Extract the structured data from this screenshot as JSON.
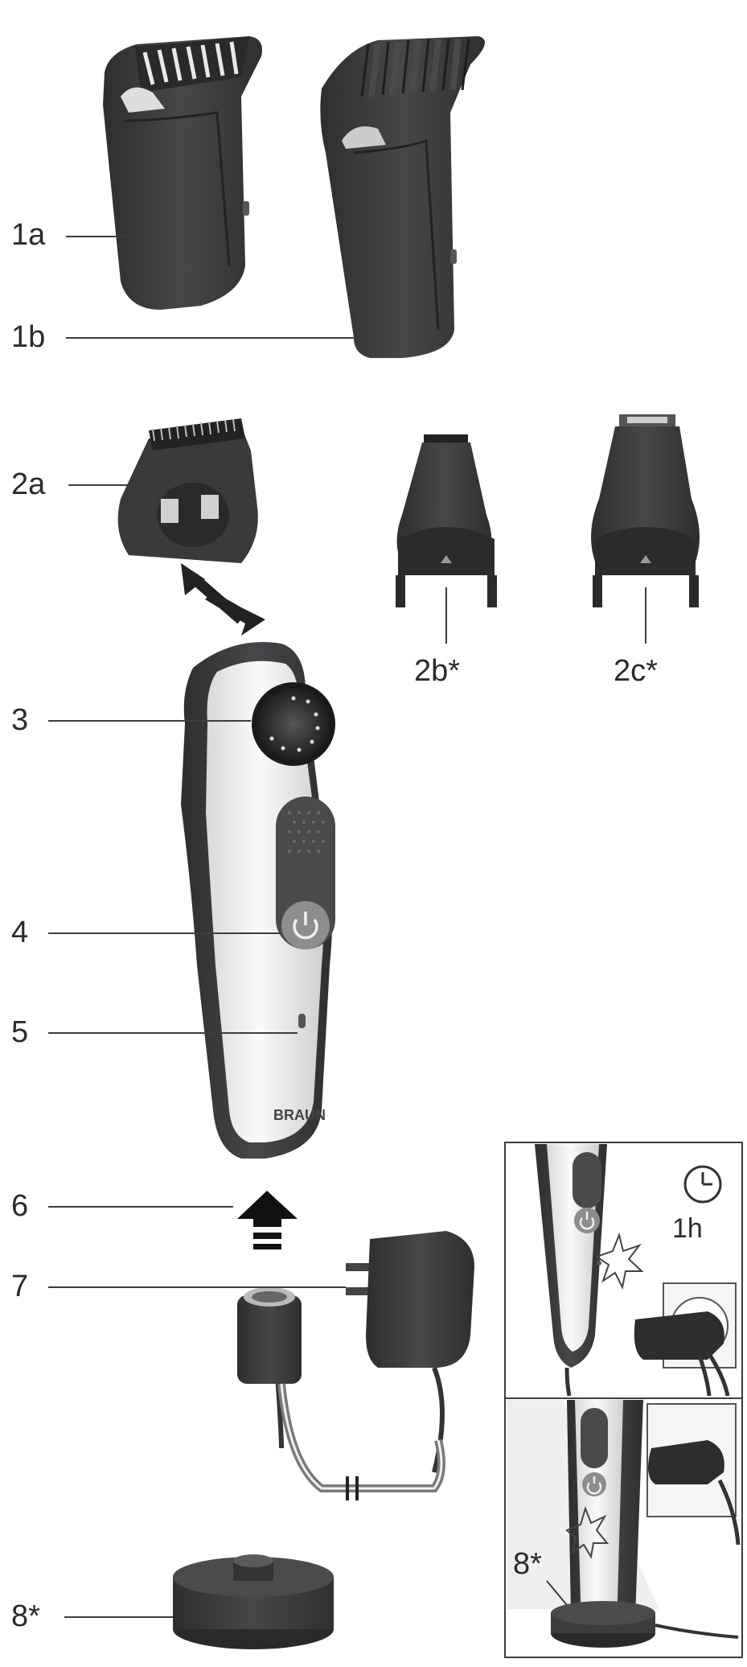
{
  "labels": {
    "l1a": "1a",
    "l1b": "1b",
    "l2a": "2a",
    "l2b": "2b*",
    "l2c": "2c*",
    "l3": "3",
    "l4": "4",
    "l5": "5",
    "l6": "6",
    "l7": "7",
    "l8": "8*",
    "inset_8": "8*"
  },
  "inset": {
    "charge_time": "1h"
  },
  "brand": "BRAUN",
  "colors": {
    "body_dark": "#3a3a3c",
    "body_light": "#f2f2f2",
    "accent_gray": "#8a8a8a",
    "line": "#3d3d3d"
  }
}
